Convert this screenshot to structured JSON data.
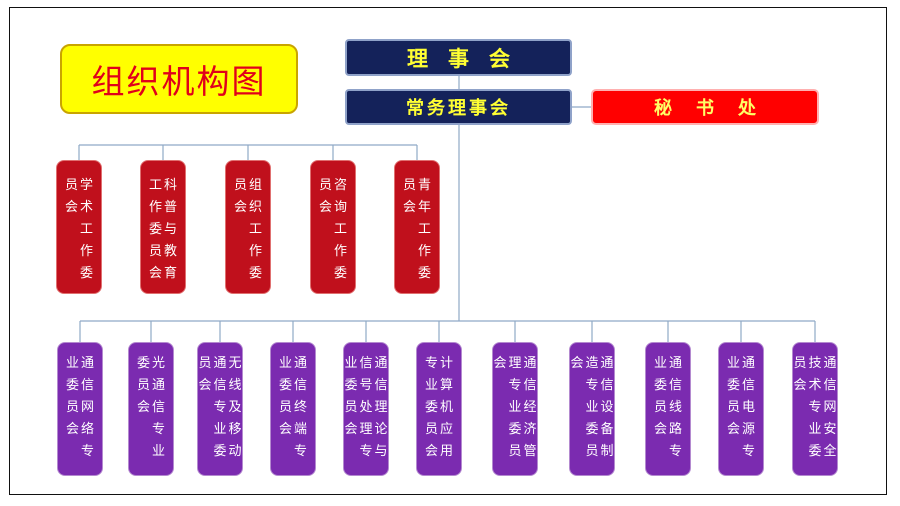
{
  "title": "组织机构图",
  "council": "理事会",
  "standing_council": "常务理事会",
  "secretariat": "秘书处",
  "committees": [
    "学术工作委员会",
    "科普与教育工作委员会",
    "组织工作委员会",
    "咨询工作委员会",
    "青年工作委员会"
  ],
  "specialist_committees": [
    "通信网络专业委员会",
    "光通信专业委员会",
    "无线及移动通信专业委员会",
    "通信终端专业委员会",
    "通信理论与信号处理专业委员会",
    "计算机应用专业委员会",
    "通信经济管理专业委员会",
    "通信设备制造专业委员会",
    "通信线路专业委员会",
    "通信电源专业委员会",
    "通信网安全技术专业委员会"
  ],
  "colors": {
    "navy": "#14225a",
    "gold_text": "#ffff33",
    "title_bg": "#ffff00",
    "title_text": "#e0001b",
    "secretariat": "#ff0000",
    "committee": "#c0101c",
    "specialist": "#7b2bb0",
    "connector": "#8fa9c6"
  }
}
